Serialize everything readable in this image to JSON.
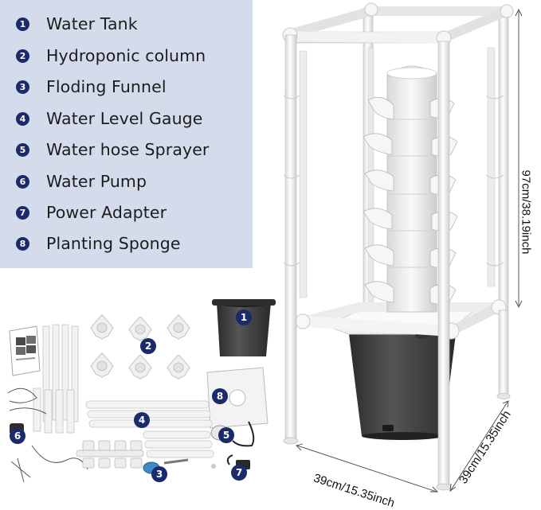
{
  "legend": {
    "items": [
      {
        "number": "1",
        "label": "Water Tank"
      },
      {
        "number": "2",
        "label": "Hydroponic column"
      },
      {
        "number": "3",
        "label": "Floding Funnel"
      },
      {
        "number": "4",
        "label": "Water Level Gauge"
      },
      {
        "number": "5",
        "label": "Water hose Sprayer"
      },
      {
        "number": "6",
        "label": "Water Pump"
      },
      {
        "number": "7",
        "label": "Power Adapter"
      },
      {
        "number": "8",
        "label": "Planting Sponge"
      }
    ]
  },
  "dimensions": {
    "height": "97cm/38.19inch",
    "width": "39cm/15.35inch",
    "depth": "39cm/15.35inch"
  },
  "part_badges": [
    "1",
    "2",
    "3",
    "4",
    "5",
    "6",
    "7",
    "8"
  ],
  "colors": {
    "legend_bg": "#d4dcec",
    "badge": "#1b2a6b",
    "tank": "#3a3a3a",
    "frame": "#f4f4f4"
  }
}
